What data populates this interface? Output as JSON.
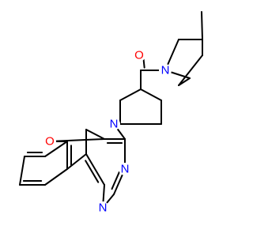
{
  "molecule": {
    "labels": {
      "carbonyl_oxygen": "O",
      "amide_nitrogen": "N",
      "piperidine_nitrogen": "N",
      "furan_oxygen": "O",
      "pyrimidine_n3": "N",
      "pyrimidine_n1": "N"
    },
    "colors": {
      "bond": "#000000",
      "oxygen": "#ff0000",
      "nitrogen": "#0000ff"
    }
  }
}
